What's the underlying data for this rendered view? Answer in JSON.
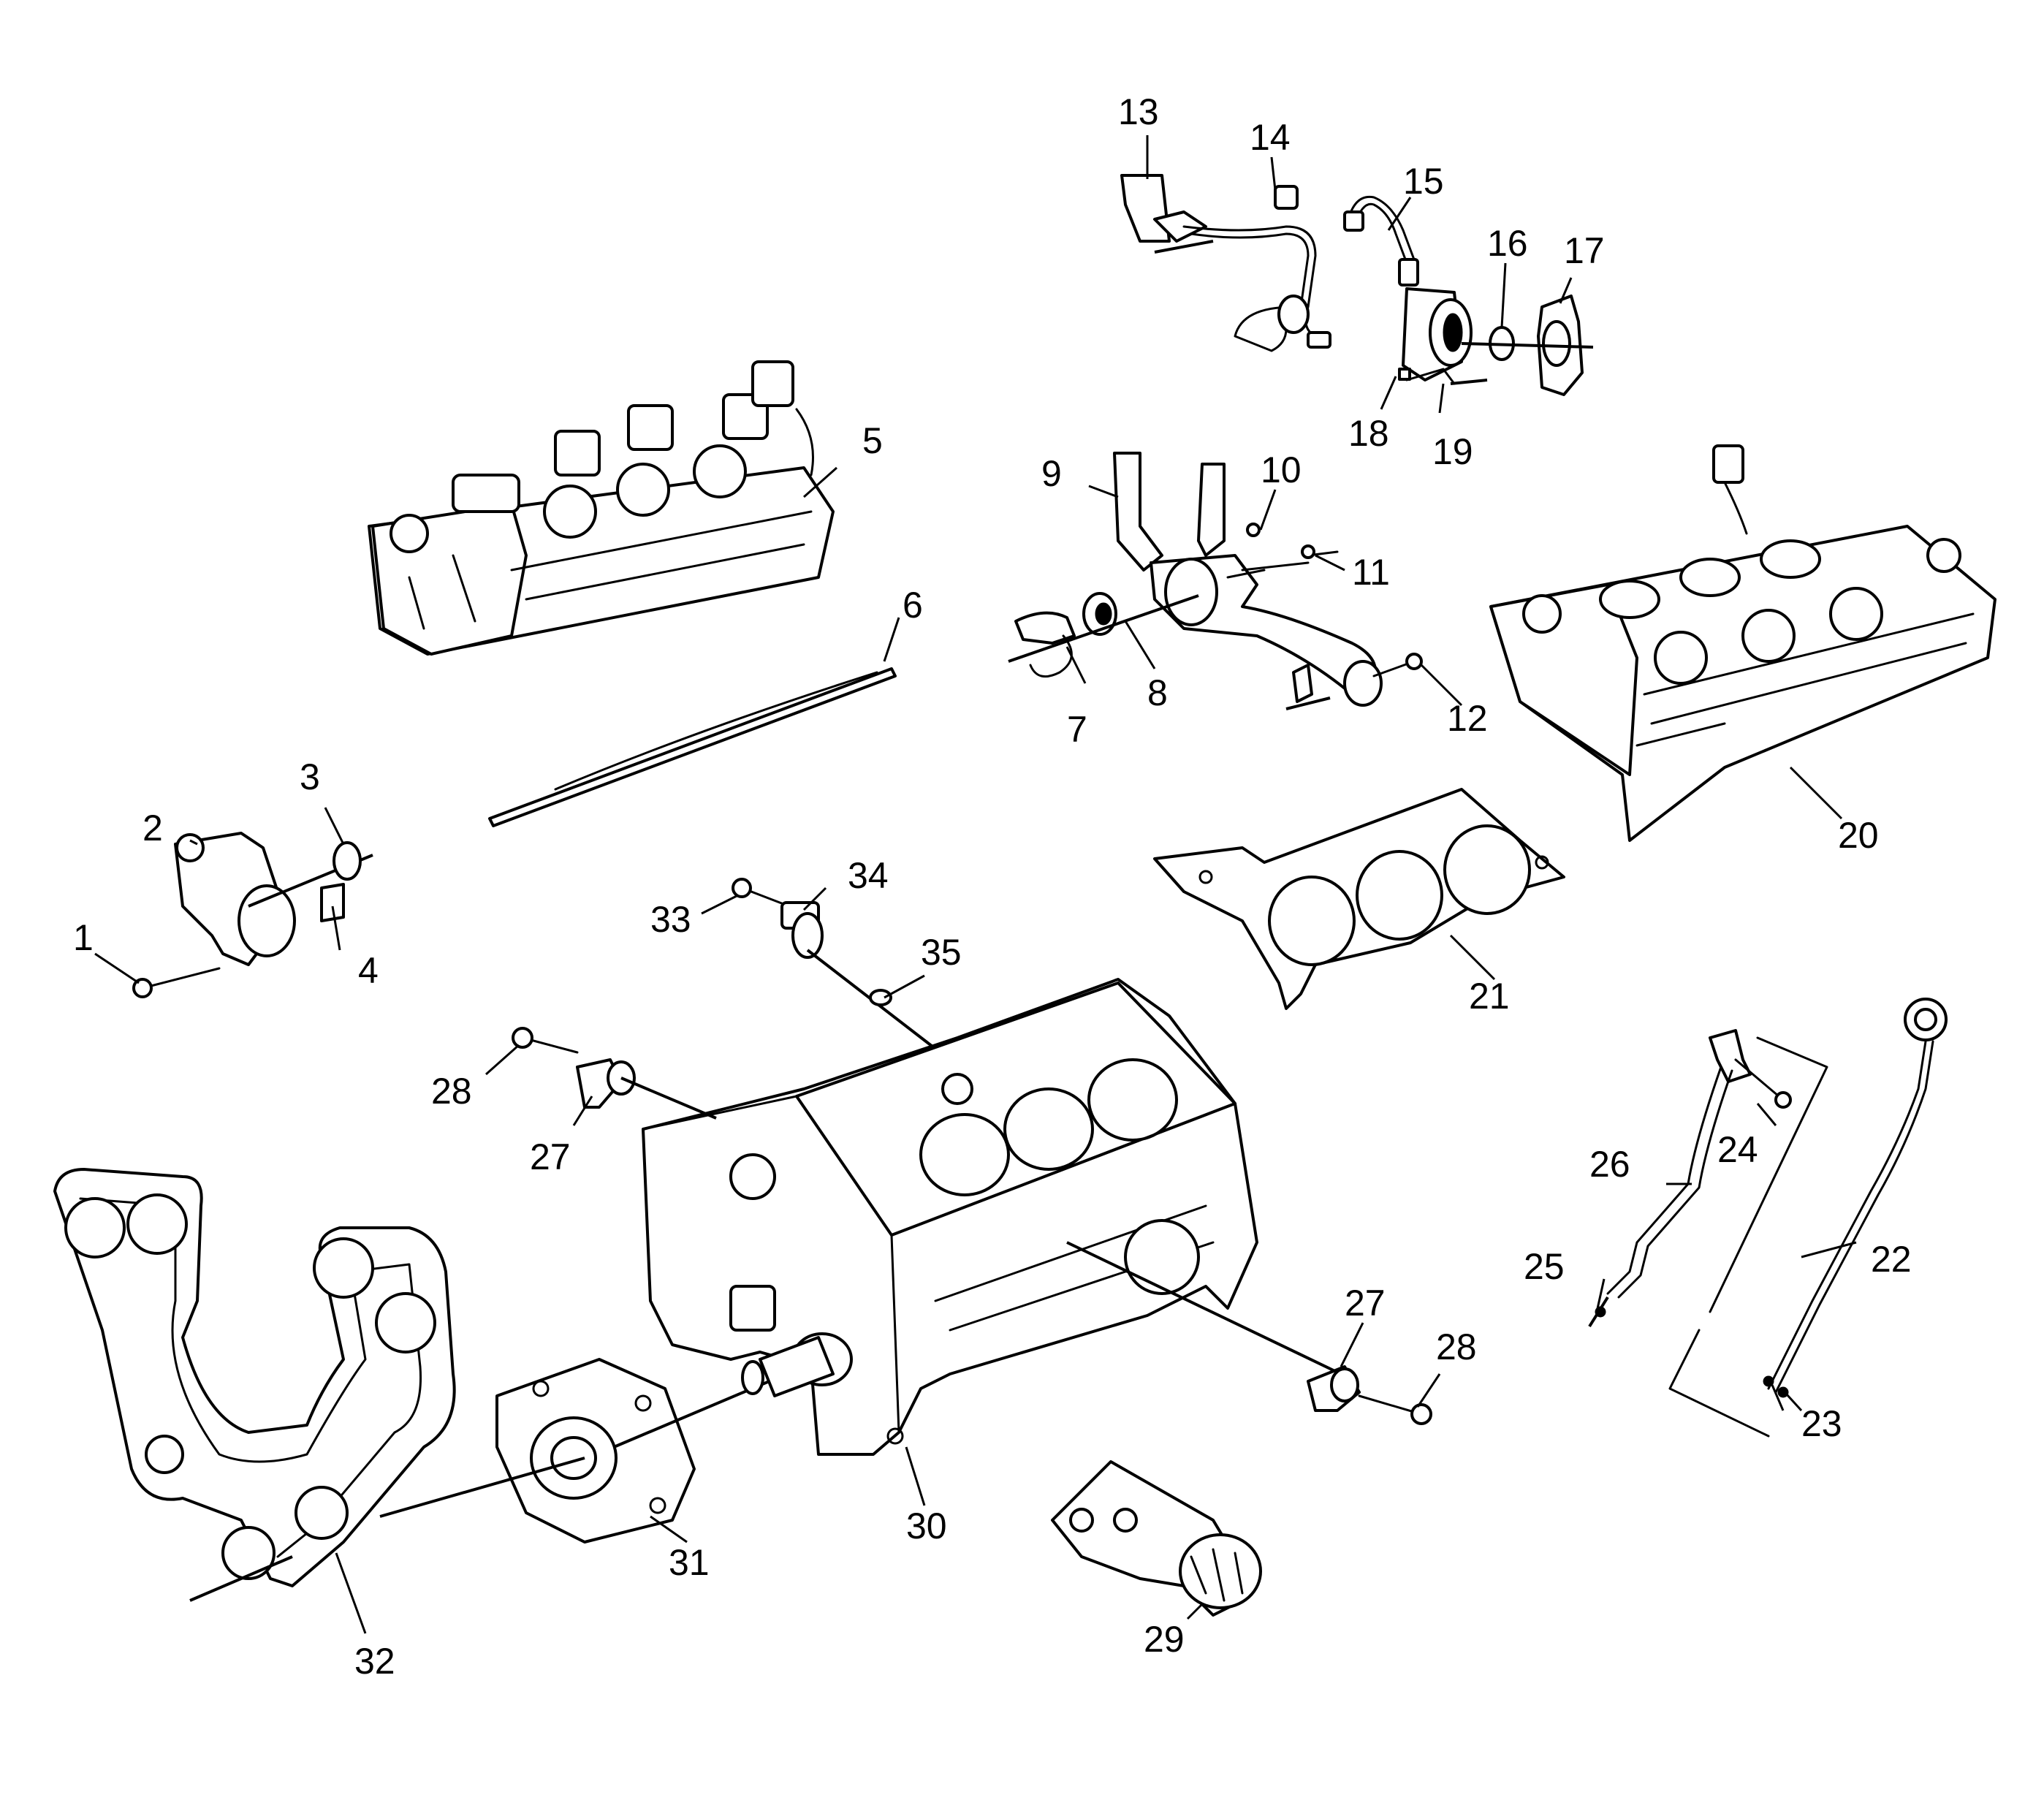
{
  "diagram": {
    "callouts": [
      "1",
      "2",
      "3",
      "4",
      "5",
      "6",
      "7",
      "8",
      "9",
      "10",
      "11",
      "12",
      "13",
      "14",
      "15",
      "16",
      "17",
      "18",
      "19",
      "20",
      "21",
      "22",
      "23",
      "24",
      "25",
      "26",
      "27",
      "27",
      "28",
      "28",
      "29",
      "30",
      "31",
      "32",
      "33",
      "34",
      "35"
    ]
  }
}
